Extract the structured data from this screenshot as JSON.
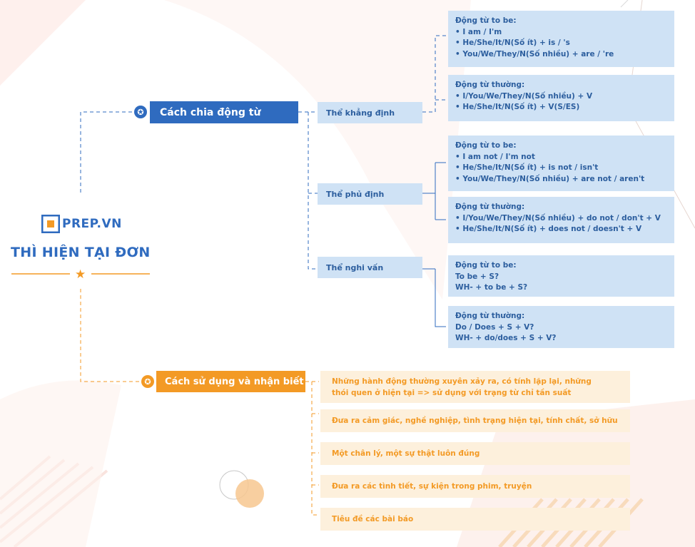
{
  "brand": {
    "name": "PREP.VN"
  },
  "title": "THÌ HIỆN TẠI ĐƠN",
  "colors": {
    "blue": "#2f6bbf",
    "light_blue": "#cfe2f5",
    "orange": "#f39a25",
    "light_orange": "#fdf0dc"
  },
  "blue_branch": {
    "label": "Cách chia động từ",
    "forms": [
      {
        "label": "Thể khẳng định",
        "cards": [
          {
            "title": "Động từ to be:",
            "lines": [
              "• I am / I'm",
              "• He/She/It/N(Số ít) + is / 's",
              "• You/We/They/N(Số nhiều) + are / 're"
            ]
          },
          {
            "title": "Động từ thường:",
            "lines": [
              "• I/You/We/They/N(Số nhiều) + V",
              "• He/She/It/N(Số ít) + V(S/ES)"
            ]
          }
        ]
      },
      {
        "label": "Thể phủ định",
        "cards": [
          {
            "title": "Động từ to be:",
            "lines": [
              "• I am not / I'm not",
              "• He/She/It/N(Số ít) + is not / isn't",
              "• You/We/They/N(Số nhiều) + are not / aren't"
            ]
          },
          {
            "title": "Động từ thường:",
            "lines": [
              "• I/You/We/They/N(Số nhiều) + do not / don't + V",
              "• He/She/It/N(Số ít) + does not / doesn't + V"
            ]
          }
        ]
      },
      {
        "label": "Thể nghi vấn",
        "cards": [
          {
            "title": "Động từ to be:",
            "lines": [
              "To be + S?",
              "WH- + to be + S?"
            ]
          },
          {
            "title": "Động từ thường:",
            "lines": [
              "Do / Does + S + V?",
              "WH- + do/does + S + V?"
            ]
          }
        ]
      }
    ]
  },
  "orange_branch": {
    "label": "Cách sử dụng và nhận biết",
    "items": [
      [
        "Những hành động thường xuyên xảy ra, có tính lặp lại, những",
        "thói quen ở hiện tại => sử dụng với trạng từ chỉ tần suất"
      ],
      [
        "Đưa ra cảm giác, nghề nghiệp, tình trạng hiện tại, tính chất, sở hữu"
      ],
      [
        "Một chân lý, một sự thật luôn đúng"
      ],
      [
        "Đưa ra các tình tiết, sự kiện trong phim, truyện"
      ],
      [
        "Tiêu đề các bài báo"
      ]
    ]
  }
}
